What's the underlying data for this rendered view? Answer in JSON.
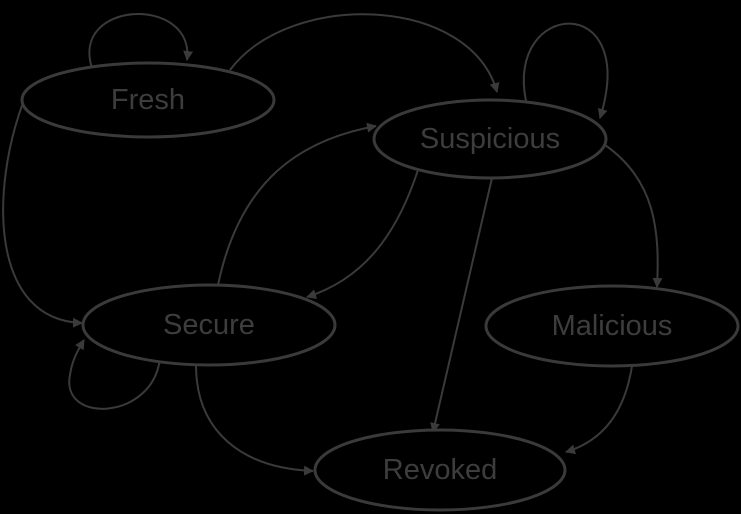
{
  "colors": {
    "background": "#000000",
    "stroke": "#3a3a3a",
    "text": "#3d3d3d"
  },
  "nodes": {
    "fresh": {
      "label": "Fresh"
    },
    "suspicious": {
      "label": "Suspicious"
    },
    "secure": {
      "label": "Secure"
    },
    "malicious": {
      "label": "Malicious"
    },
    "revoked": {
      "label": "Revoked"
    }
  },
  "edges": [
    {
      "from": "fresh",
      "to": "fresh"
    },
    {
      "from": "fresh",
      "to": "suspicious"
    },
    {
      "from": "fresh",
      "to": "secure"
    },
    {
      "from": "suspicious",
      "to": "suspicious"
    },
    {
      "from": "suspicious",
      "to": "secure"
    },
    {
      "from": "suspicious",
      "to": "malicious"
    },
    {
      "from": "suspicious",
      "to": "revoked"
    },
    {
      "from": "secure",
      "to": "suspicious"
    },
    {
      "from": "secure",
      "to": "secure"
    },
    {
      "from": "secure",
      "to": "revoked"
    },
    {
      "from": "malicious",
      "to": "revoked"
    }
  ]
}
